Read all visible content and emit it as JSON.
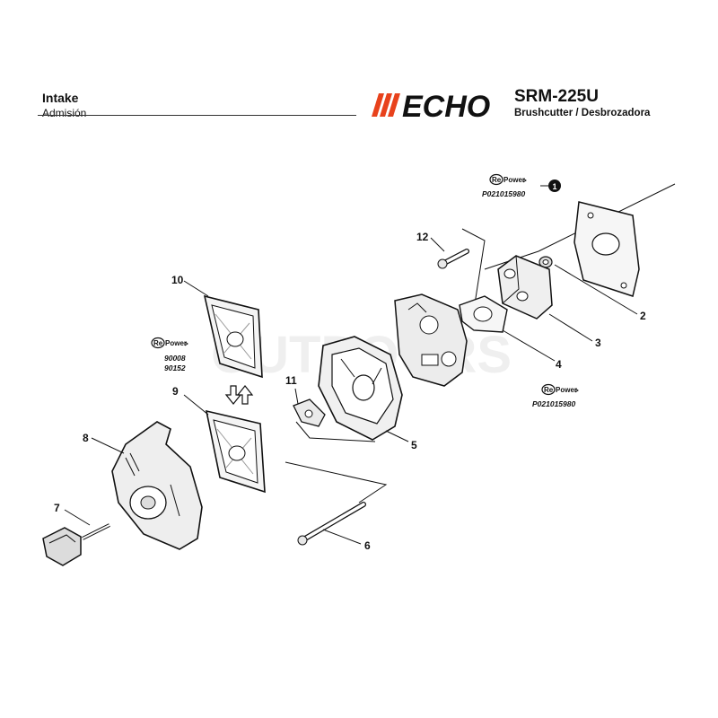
{
  "header": {
    "title": "Intake",
    "subtitle": "Admisión",
    "brand": "ECHO",
    "model": "SRM-225U",
    "description": "Brushcutter / Desbrozadora"
  },
  "watermark": "OUTDOORS",
  "colors": {
    "brand_red": "#e8421c",
    "line": "#111111",
    "part_fill": "#f2f2f2"
  },
  "repower": {
    "label_re": "Re",
    "label_power": "Power",
    "part_1_number": "P021015980",
    "part_4_number": "P021015980",
    "filter_numbers": [
      "90008",
      "90152"
    ]
  },
  "callouts": {
    "c1": "1",
    "c2": "2",
    "c3": "3",
    "c4": "4",
    "c5": "5",
    "c6": "6",
    "c7": "7",
    "c8": "8",
    "c9": "9",
    "c10": "10",
    "c11": "11",
    "c12": "12"
  },
  "icons": [
    "echo-logo",
    "repower-badge",
    "swap-arrows-icon",
    "filled-circle-marker-icon"
  ]
}
